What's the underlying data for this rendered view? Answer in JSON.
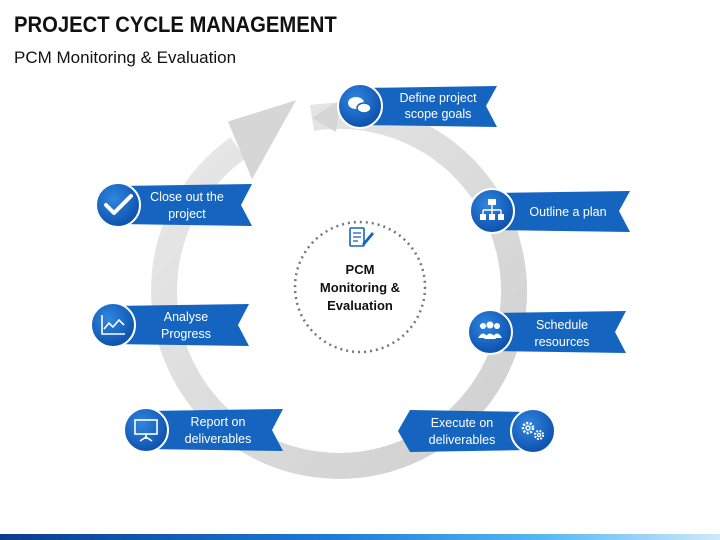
{
  "header": {
    "title": "PROJECT CYCLE MANAGEMENT",
    "subtitle": "PCM Monitoring & Evaluation"
  },
  "center": {
    "lines": [
      "PCM",
      "Monitoring &",
      "Evaluation"
    ],
    "icon": "document-pen-icon"
  },
  "steps": [
    {
      "lines": [
        "Define project",
        "scope goals"
      ],
      "icon": "chat-bubbles-icon"
    },
    {
      "lines": [
        "Outline a plan"
      ],
      "icon": "org-chart-icon"
    },
    {
      "lines": [
        "Schedule",
        "resources"
      ],
      "icon": "people-group-icon"
    },
    {
      "lines": [
        "Execute on",
        "deliverables"
      ],
      "icon": "gears-icon"
    },
    {
      "lines": [
        "Report on",
        "deliverables"
      ],
      "icon": "presentation-board-icon"
    },
    {
      "lines": [
        "Analyse",
        "Progress"
      ],
      "icon": "line-chart-icon"
    },
    {
      "lines": [
        "Close out the",
        "project"
      ],
      "icon": "checkmark-icon"
    }
  ],
  "colors": {
    "primary_blue": "#1565c0",
    "dark_blue": "#0d47a1",
    "ring_gray": "#dcdcdc",
    "dotted_ring": "#777777"
  }
}
